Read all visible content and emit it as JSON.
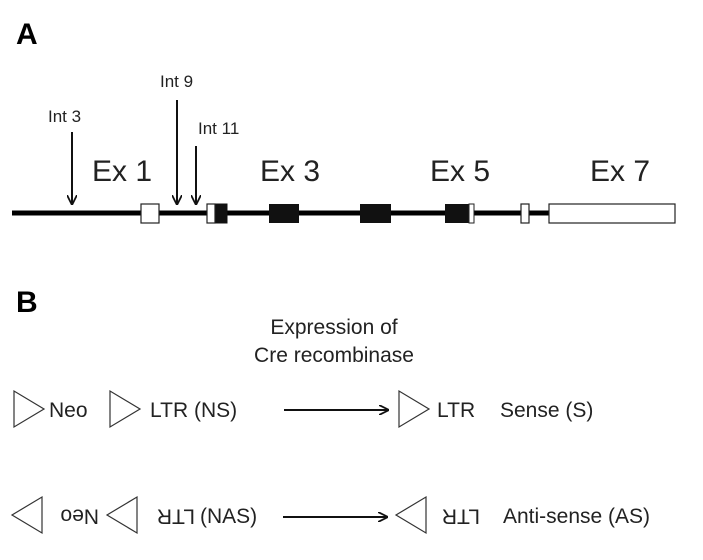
{
  "panel_a": {
    "label": "A",
    "insertions": [
      "Int 3",
      "Int 9",
      "Int 11"
    ],
    "exons": [
      "Ex 1",
      "Ex 3",
      "Ex 5",
      "Ex 7"
    ]
  },
  "panel_b": {
    "label": "B",
    "caption_line1": "Expression of",
    "caption_line2": "Cre recombinase",
    "sense_row": {
      "neo": "Neo",
      "ltr_ns": "LTR (NS)",
      "ltr": "LTR",
      "result": "Sense (S)"
    },
    "antisense_row": {
      "neo": "Neo",
      "ltr": "LTR",
      "nas": "(NAS)",
      "ltr_result": "LTR",
      "result": "Anti-sense (AS)"
    }
  },
  "colors": {
    "line": "#000000",
    "exon_filled": "#111111",
    "exon_open": "#ffffff"
  }
}
